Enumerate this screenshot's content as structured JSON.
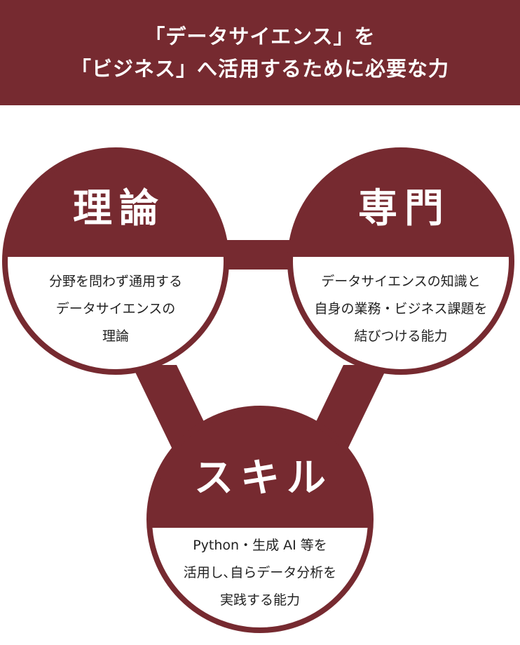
{
  "colors": {
    "primary": "#762a30",
    "background": "#ffffff",
    "header_text": "#ffffff",
    "body_text": "#222222"
  },
  "header": {
    "line1": "「データサイエンス」を",
    "line2": "「ビジネス」へ活用するために必要な力"
  },
  "circles": {
    "theory": {
      "title": "理論",
      "desc": [
        "分野を問わず通用する",
        "データサイエンスの",
        "理論"
      ]
    },
    "expertise": {
      "title": "専門",
      "desc": [
        "データサイエンスの知識と",
        "自身の業務・ビジネス課題を",
        "結びつける能力"
      ]
    },
    "skill": {
      "title": "スキル",
      "desc": [
        "Python・生成 AI 等を",
        "活用し､自らデータ分析を",
        "実践する能力"
      ]
    }
  }
}
